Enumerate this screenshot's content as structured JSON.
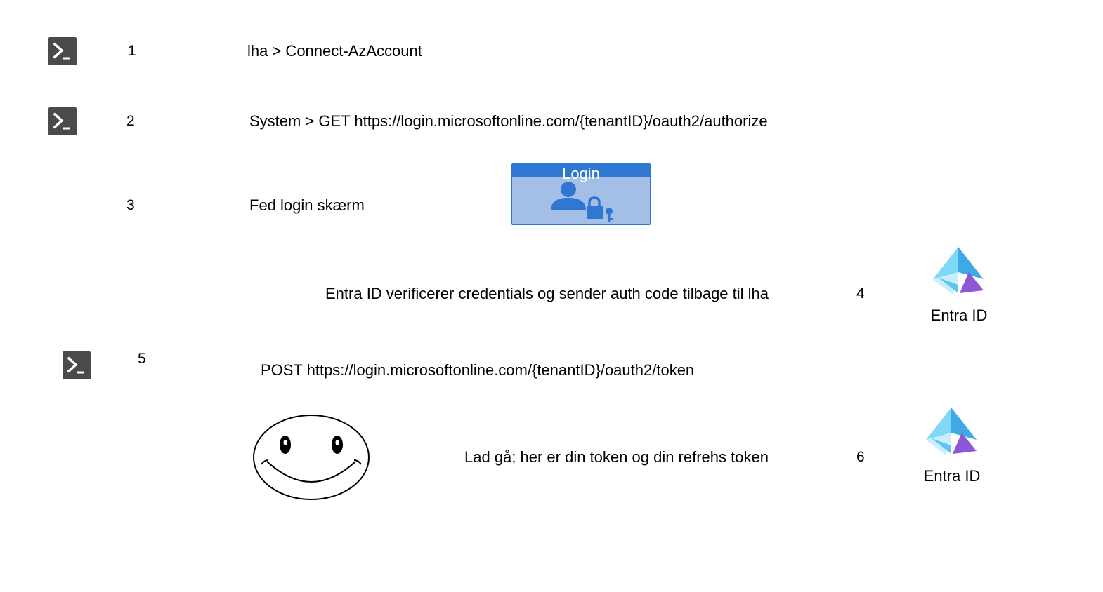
{
  "steps": [
    {
      "number": "1",
      "text": "lha > Connect-AzAccount",
      "icon": "powershell-icon"
    },
    {
      "number": "2",
      "text": "System > GET https://login.microsoftonline.com/{tenantID}/oauth2/authorize",
      "icon": "powershell-icon"
    },
    {
      "number": "3",
      "text": "Fed login skærm",
      "icon": "login-screen-icon"
    },
    {
      "number": "4",
      "text": "Entra ID verificerer credentials og sender auth code tilbage til lha",
      "icon": "entra-id-icon"
    },
    {
      "number": "5",
      "text": "POST https://login.microsoftonline.com/{tenantID}/oauth2/token",
      "icon": "powershell-icon"
    },
    {
      "number": "6",
      "text": "Lad gå; her er din token og din refrehs token",
      "icon": "entra-id-icon"
    }
  ],
  "login_box": {
    "title": "Login"
  },
  "entra": {
    "label": "Entra ID"
  },
  "colors": {
    "powershell_icon": "#4a4a4a",
    "login_header": "#2f77d2",
    "login_body": "#a3bfe6",
    "login_user": "#2f77d2",
    "entra_light": "#7fd8f5",
    "entra_mid": "#3fa9e6",
    "entra_purple": "#8e57d8"
  }
}
